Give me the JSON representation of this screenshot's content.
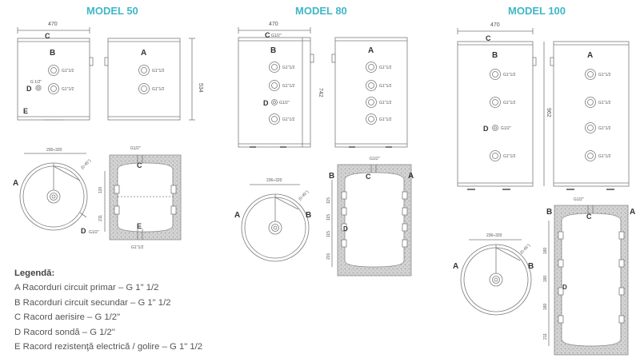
{
  "titles": [
    "MODEL 50",
    "MODEL 80",
    "MODEL 100"
  ],
  "colors": {
    "title": "#3fb7c6",
    "line": "#7a7a7a",
    "insulation": "#cfcfcf",
    "text": "#555555"
  },
  "m50": {
    "width": "470",
    "height": "534",
    "c_top": "C",
    "b": "B",
    "a": "A",
    "d": "D",
    "e": "E",
    "port": "G1\"1/2",
    "d_lbl": "G 1/2\"",
    "plan_w": "200÷320",
    "plan_ang": "(0-45°)",
    "plan_a": "A",
    "plan_d": "D",
    "plan_dg": "G1/2\"",
    "sec_top": "G1/2\"",
    "sec_c": "C",
    "sec_e": "E",
    "sec_bot": "G1\"1/2",
    "sec_d1": "120",
    "sec_d2": "211"
  },
  "m80": {
    "width": "470",
    "height": "742",
    "c_top": "C",
    "c_g": "G1/2\"",
    "b": "B",
    "a": "A",
    "d": "D",
    "port": "G1\"1/2",
    "d_g": "G1/2\"",
    "plan_w": "236÷320",
    "plan_ang": "(0-45°)",
    "plan_a": "A",
    "plan_b": "B",
    "sec_top": "G1/2\"",
    "sec_b": "B",
    "sec_a": "A",
    "sec_c": "C",
    "sec_d": "D",
    "sec_d1": "115",
    "sec_d2": "115",
    "sec_d3": "115",
    "sec_d4": "201"
  },
  "m100": {
    "width": "470",
    "height": "962",
    "c_top": "C",
    "b": "B",
    "a": "A",
    "d": "D",
    "port": "G1\"1/2",
    "d_g": "G1/2\"",
    "plan_w": "236÷320",
    "plan_ang": "(0-45°)",
    "plan_a": "A",
    "plan_b": "B",
    "sec_top": "G1/2\"",
    "sec_b": "B",
    "sec_a": "A",
    "sec_c": "C",
    "sec_d": "D",
    "sec_d1": "180",
    "sec_d2": "180",
    "sec_d3": "180",
    "sec_d4": "211"
  },
  "legend": {
    "title": "Legendă:",
    "items": [
      "A Racorduri circuit primar – G 1\" 1/2",
      "B Racorduri circuit secundar – G 1\" 1/2",
      "C Racord aerisire – G 1/2\"",
      "D Racord sondă – G 1/2\"",
      "E Racord rezistenţă electrică / golire – G 1\" 1/2"
    ]
  }
}
